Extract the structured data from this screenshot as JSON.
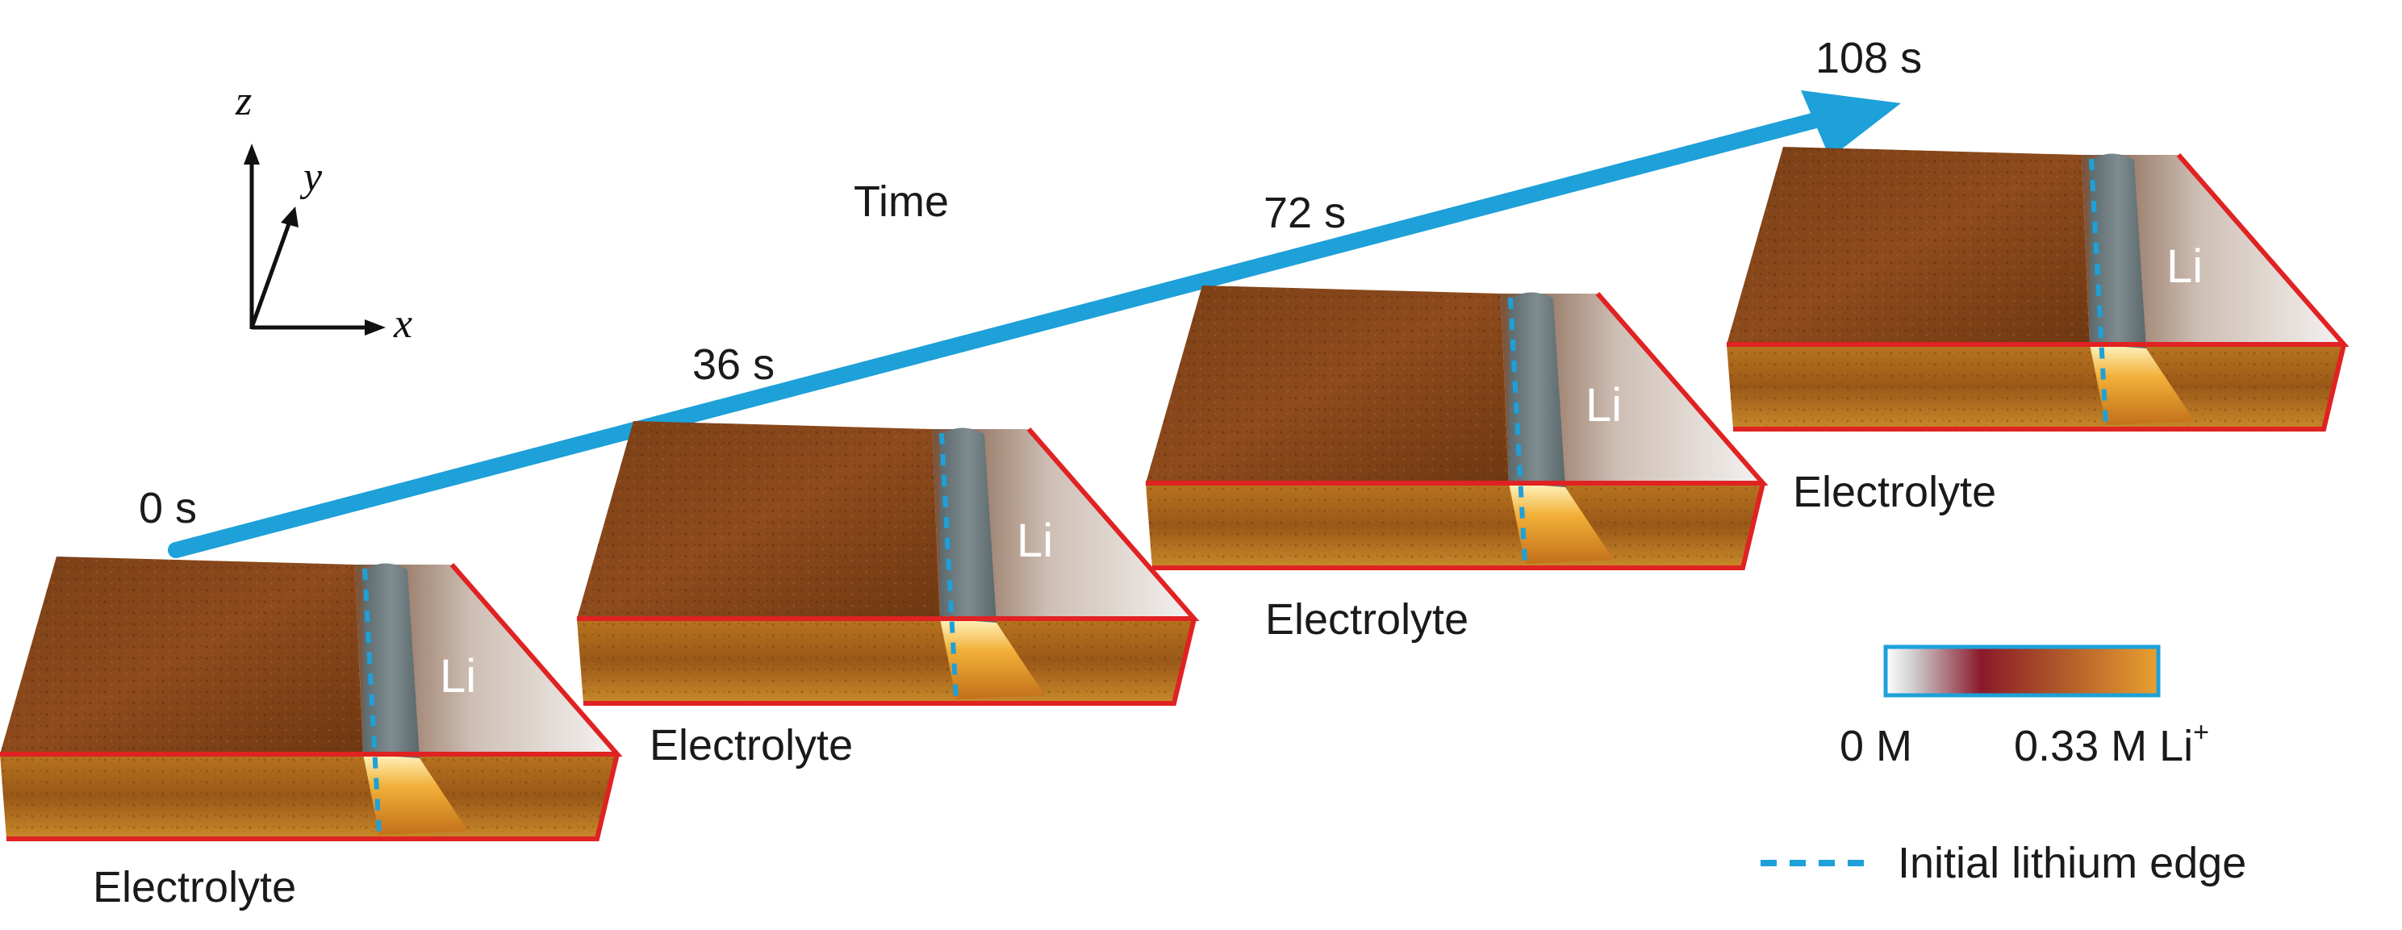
{
  "axes": {
    "x": "x",
    "y": "y",
    "z": "z"
  },
  "time_label": "Time",
  "timepoints": [
    "0 s",
    "36 s",
    "72 s",
    "108 s"
  ],
  "panels": [
    {
      "electrolyte": "Electrolyte",
      "li": "Li"
    },
    {
      "electrolyte": "Electrolyte",
      "li": "Li"
    },
    {
      "electrolyte": "Electrolyte",
      "li": "Li"
    },
    {
      "electrolyte": "Electrolyte",
      "li": "Li"
    }
  ],
  "colorbar": {
    "min": "0 M",
    "max": "0.33 M Li",
    "max_sup": "+"
  },
  "legend": {
    "dashed_line": "Initial lithium edge"
  },
  "colors": {
    "arrow": "#1ea0d8",
    "box_edge": "#e02222",
    "initial_edge": "#1ea0d8",
    "electrolyte": "#8a4a1e",
    "lithium": "#6e7c80",
    "colorbar_low": "#ffffff",
    "colorbar_mid": "#8b1a2a",
    "colorbar_high": "#e39a30"
  }
}
